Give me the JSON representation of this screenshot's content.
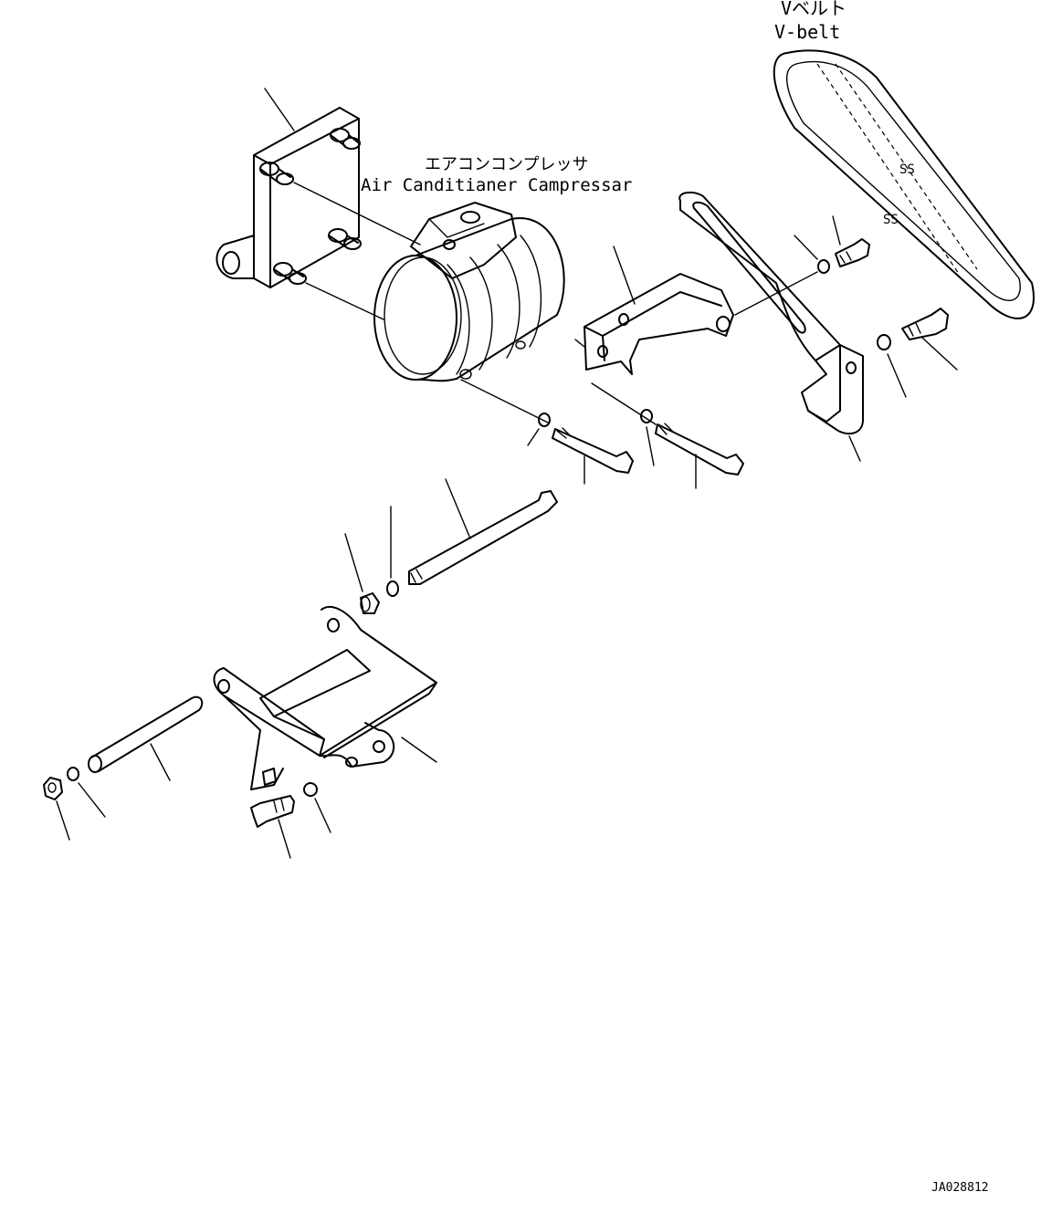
{
  "labels": {
    "vbelt_jp": "Vベルト",
    "vbelt_en": "V-belt",
    "compressor_jp": "エアコンコンプレッサ",
    "compressor_en": "Air Canditianer Campressar",
    "drawing_code": "JA028812"
  },
  "icons": {
    "compressor": "compressor-icon",
    "vbelt": "vbelt-icon"
  },
  "colors": {
    "ink": "#000000",
    "paper": "#ffffff"
  }
}
